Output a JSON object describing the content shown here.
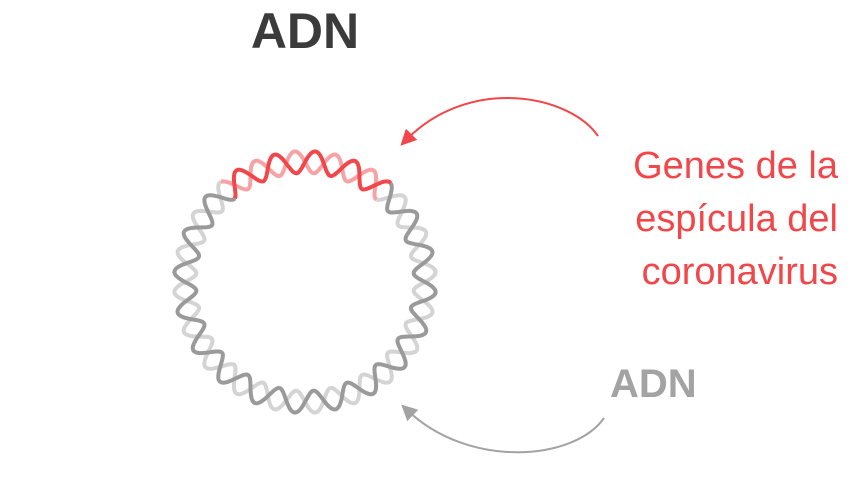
{
  "title": "ADN",
  "labels": {
    "spike_genes": [
      "Genes de la",
      "espícula del",
      "coronavirus"
    ],
    "dna": "ADN"
  },
  "colors": {
    "red": "#f2474a",
    "red_light": "#f7a3a5",
    "grey": "#9a9a9a",
    "grey_light": "#d4d4d4",
    "title": "#3b3b3b"
  }
}
